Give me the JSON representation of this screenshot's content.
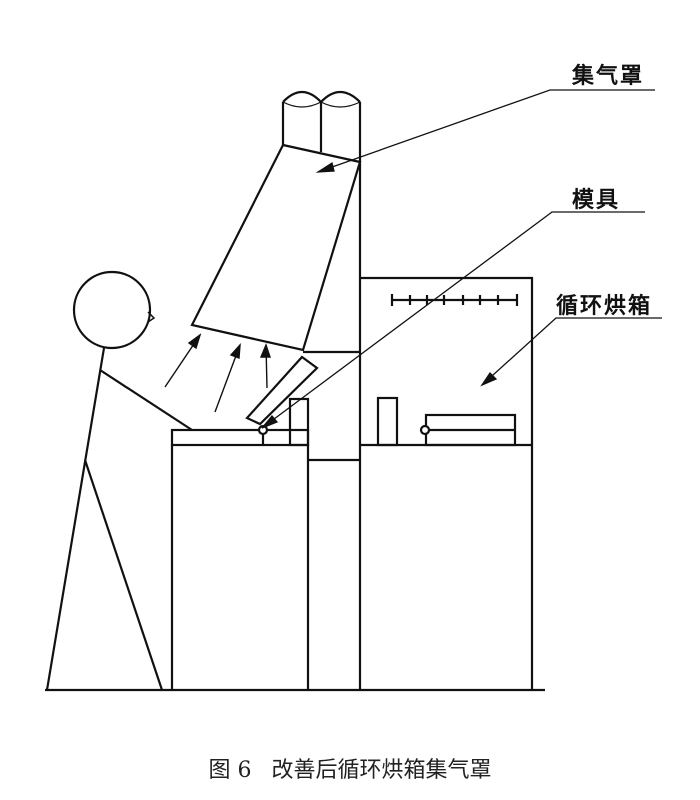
{
  "labels": {
    "hood": "集气罩",
    "mold": "模具",
    "oven": "循环烘箱"
  },
  "caption": {
    "figure_number": "图 6",
    "title": "改善后循环烘箱集气罩"
  },
  "colors": {
    "line": "#111111",
    "background": "#ffffff"
  }
}
